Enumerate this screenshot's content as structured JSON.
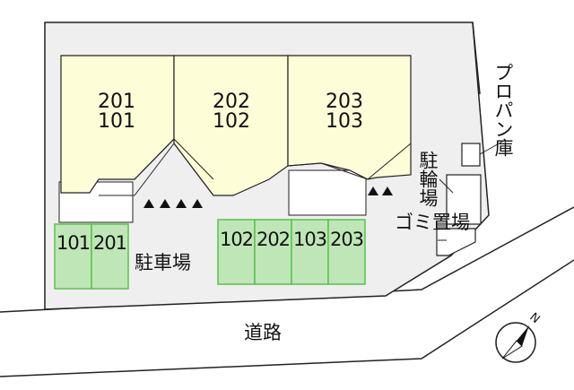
{
  "units": [
    {
      "upper": "201",
      "lower": "101"
    },
    {
      "upper": "202",
      "lower": "102"
    },
    {
      "upper": "203",
      "lower": "103"
    }
  ],
  "parking_left": [
    "101",
    "201"
  ],
  "parking_right": [
    "102",
    "202",
    "103",
    "203"
  ],
  "labels": {
    "parking": "駐車場",
    "road": "道路",
    "propane_shed": "プロパン庫",
    "bicycle_parking": "駐輪場",
    "garbage_area": "ゴミ置場"
  },
  "compass": {
    "north_letter": "N"
  },
  "colors": {
    "site": "#efefef",
    "building": "#fdfdd8",
    "parking_fill": "#bfe6b6",
    "parking_border": "#59c24d",
    "line": "#222222"
  }
}
